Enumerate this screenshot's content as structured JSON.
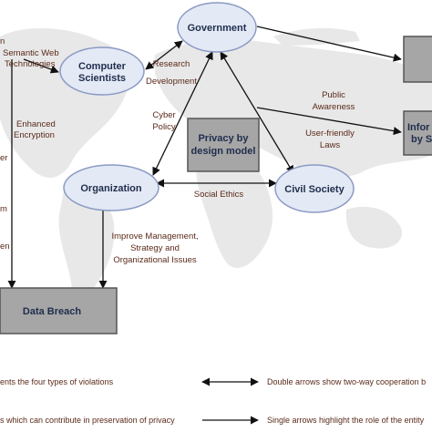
{
  "colors": {
    "ellipse_fill": "#e3e9f5",
    "ellipse_stroke": "#8a9ac4",
    "box_fill": "#a6a6a6",
    "box_stroke": "#555555",
    "arrow": "#111111",
    "label": "#5a2a1a",
    "node_text": "#1f2d4d",
    "map": "#e8e8e8"
  },
  "nodes": {
    "government": "Government",
    "computer_scientists": [
      "Computer",
      "Scientists"
    ],
    "organization": "Organization",
    "civil_society": "Civil Society",
    "privacy_model": [
      "Privacy by",
      "design model"
    ],
    "data_breach": "Data Breach",
    "information_box": [
      "Infor",
      "by S"
    ]
  },
  "edge_labels": {
    "research": "Research",
    "development": "Development",
    "cyber_policy": [
      "Cyber",
      "Policy"
    ],
    "public_awareness": [
      "Public",
      "Awareness"
    ],
    "user_friendly_laws": [
      "User-friendly",
      "Laws"
    ],
    "social_ethics": "Social Ethics",
    "improve_management": [
      "Improve Management,",
      "Strategy and",
      "Organizational Issues"
    ],
    "semantic_web": [
      "Semantic Web",
      "Technologies"
    ],
    "enhanced_encryption": [
      "Enhanced",
      "Encryption"
    ],
    "left_fragments": [
      "n",
      "er",
      "m",
      "en"
    ]
  },
  "legend": {
    "row1_left": "ents the four types of violations",
    "row1_right": "Double arrows show two-way cooperation b",
    "row2_left": "s which can contribute in preservation of privacy",
    "row2_right": "Single arrows highlight the role of the entity"
  }
}
